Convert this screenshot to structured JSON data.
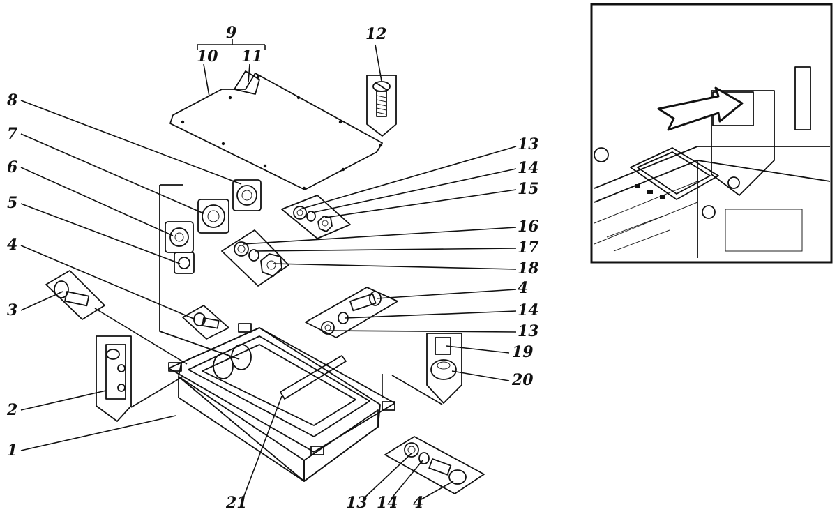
{
  "callouts": [
    {
      "id": "c1",
      "text": "1"
    },
    {
      "id": "c2",
      "text": "2"
    },
    {
      "id": "c3",
      "text": "3"
    },
    {
      "id": "c4a",
      "text": "4"
    },
    {
      "id": "c5",
      "text": "5"
    },
    {
      "id": "c6",
      "text": "6"
    },
    {
      "id": "c7",
      "text": "7"
    },
    {
      "id": "c8",
      "text": "8"
    },
    {
      "id": "c9",
      "text": "9"
    },
    {
      "id": "c10",
      "text": "10"
    },
    {
      "id": "c11",
      "text": "11"
    },
    {
      "id": "c12",
      "text": "12"
    },
    {
      "id": "c13a",
      "text": "13"
    },
    {
      "id": "c14a",
      "text": "14"
    },
    {
      "id": "c15",
      "text": "15"
    },
    {
      "id": "c16",
      "text": "16"
    },
    {
      "id": "c17",
      "text": "17"
    },
    {
      "id": "c18",
      "text": "18"
    },
    {
      "id": "c4b",
      "text": "4"
    },
    {
      "id": "c14b",
      "text": "14"
    },
    {
      "id": "c13b",
      "text": "13"
    },
    {
      "id": "c19",
      "text": "19"
    },
    {
      "id": "c20",
      "text": "20"
    },
    {
      "id": "c21",
      "text": "21"
    },
    {
      "id": "c13c",
      "text": "13"
    },
    {
      "id": "c14c",
      "text": "14"
    },
    {
      "id": "c4c",
      "text": "4"
    }
  ],
  "colors": {
    "ink": "#111111",
    "paper": "#ffffff",
    "shade": "#cfcfcf"
  }
}
